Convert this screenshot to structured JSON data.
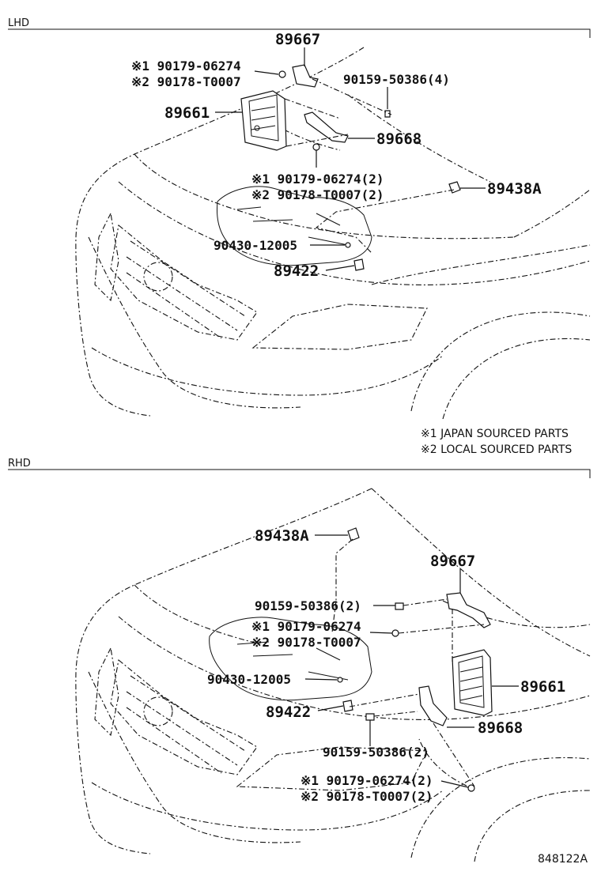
{
  "sections": {
    "lhd": "LHD",
    "rhd": "RHD"
  },
  "lhd": {
    "p89667": "89667",
    "n1_a": "※1 90179-06274",
    "n2_a": "※2 90178-T0007",
    "p90159": "90159-50386(4)",
    "p89661": "89661",
    "p89668": "89668",
    "n1_b": "※1 90179-06274(2)",
    "n2_b": "※2 90178-T0007(2)",
    "p89438A": "89438A",
    "p90430": "90430-12005",
    "p89422": "89422"
  },
  "notes": {
    "note1": "※1 JAPAN SOURCED PARTS",
    "note2": "※2 LOCAL SOURCED PARTS"
  },
  "rhd": {
    "p89438A": "89438A",
    "p89667": "89667",
    "p90159_a": "90159-50386(2)",
    "n1_a": "※1 90179-06274",
    "n2_a": "※2 90178-T0007",
    "p90430": "90430-12005",
    "p89661": "89661",
    "p89422": "89422",
    "p89668": "89668",
    "p90159_b": "90159-50386(2)",
    "n1_b": "※1 90179-06274(2)",
    "n2_b": "※2 90178-T0007(2)"
  },
  "figure_id": "848122A"
}
